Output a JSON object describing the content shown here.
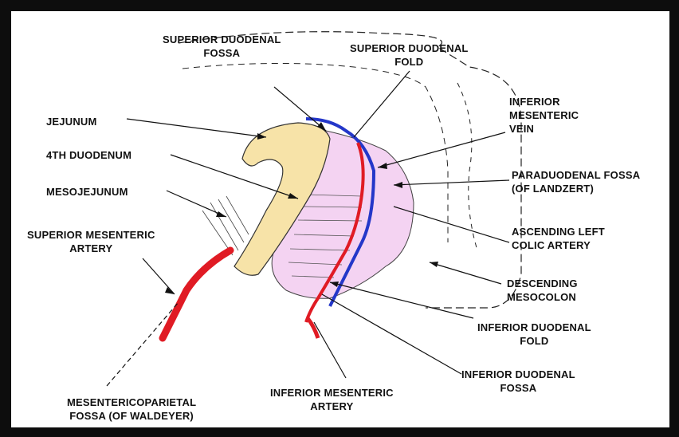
{
  "labels": {
    "superior_duodenal_fossa": [
      "SUPERIOR DUODENAL",
      "FOSSA"
    ],
    "superior_duodenal_fold": [
      "SUPERIOR DUODENAL",
      "FOLD"
    ],
    "jejunum": "JEJUNUM",
    "fourth_duodenum": "4TH DUODENUM",
    "mesojejunum": "MESOJEJUNUM",
    "superior_mesenteric_artery": [
      "SUPERIOR MESENTERIC",
      "ARTERY"
    ],
    "inferior_mesenteric_vein": [
      "INFERIOR",
      "MESENTERIC",
      "VEIN"
    ],
    "paraduodenal_fossa": [
      "PARADUODENAL FOSSA",
      "(OF LANDZERT)"
    ],
    "ascending_left_colic_artery": [
      "ASCENDING LEFT",
      "COLIC ARTERY"
    ],
    "descending_mesocolon": [
      "DESCENDING",
      "MESOCOLON"
    ],
    "inferior_duodenal_fold": [
      "INFERIOR DUODENAL",
      "FOLD"
    ],
    "inferior_duodenal_fossa": [
      "INFERIOR DUODENAL",
      "FOSSA"
    ],
    "inferior_mesenteric_artery": [
      "INFERIOR MESENTERIC",
      "ARTERY"
    ],
    "mesentericoparietal_fossa": [
      "MESENTERICOPARIETAL",
      "FOSSA (OF WALDEYER)"
    ]
  },
  "colors": {
    "jejunum": "#f7e3a8",
    "mesentery": "#f4d3f2",
    "artery": "#e01b24",
    "vein": "#2437c9",
    "ink": "#111111",
    "frame": "#0d0d0d"
  }
}
